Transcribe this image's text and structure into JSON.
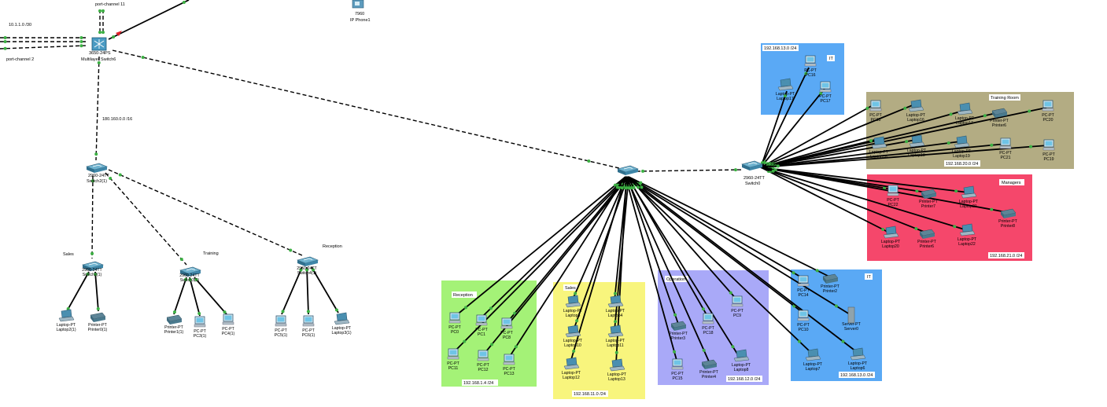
{
  "labels": {
    "port_channel_11": "port-channel 11",
    "net_10_1_1_0": "10.1.1.0 /30",
    "port_channel_2": "port-channel 2",
    "net_180_160": "180.160.0.0 /16",
    "ip_phone_model": "7960",
    "ip_phone_name": "IP Phone1",
    "multilayer_model": "3650-24PS",
    "multilayer_name": "Multilayer Switch6",
    "switch2_model": "2960-24TT",
    "switch2_name": "Switch2(1)"
  },
  "areas": [
    {
      "id": "area-it-top",
      "name": "IT",
      "network": "192.168.13.0 /24",
      "color": "#5aa9f5"
    },
    {
      "id": "area-training-room",
      "name": "Training Room",
      "network": "192.168.20.0 /24",
      "color": "#b3ac83"
    },
    {
      "id": "area-managers",
      "name": "Managers",
      "network": "192.168.21.0 /24",
      "color": "#f5476b"
    },
    {
      "id": "area-reception",
      "name": "Reception",
      "network": "192.168.1.4 /24",
      "color": "#a4f277"
    },
    {
      "id": "area-sales",
      "name": "Sales",
      "network": "192.168.11.0 /24",
      "color": "#f8f57d"
    },
    {
      "id": "area-operation",
      "name": "Operation",
      "network": "192.168.12.0 /24",
      "color": "#a9a9f8"
    },
    {
      "id": "area-it-bottom",
      "name": "IT",
      "network": "192.168.13.0 /24",
      "color": "#5aa9f5"
    }
  ],
  "left_groups": {
    "sales": {
      "title": "Sales",
      "switch_model": "2960-24TT",
      "switch_name": "Switch2(1)",
      "devices": [
        {
          "line1": "Laptop-PT",
          "line2": "Laptop2(1)"
        },
        {
          "line1": "Printer-PT",
          "line2": "Printer0(1)"
        }
      ]
    },
    "training": {
      "title": "Training",
      "switch_model": "2960-24TT",
      "switch_name": "Switch3(1)",
      "devices": [
        {
          "line1": "Printer-PT",
          "line2": "Printer1(1)"
        },
        {
          "line1": "PC-PT",
          "line2": "PC3(1)"
        },
        {
          "line1": "PC-PT",
          "line2": "PC4(1)"
        }
      ]
    },
    "reception": {
      "title": "Reception",
      "switch_model": "2960-24TT",
      "switch_name": "Switch4(1)",
      "devices": [
        {
          "line1": "PC-PT",
          "line2": "PC5(1)"
        },
        {
          "line1": "PC-PT",
          "line2": "PC6(1)"
        },
        {
          "line1": "Laptop-PT",
          "line2": "Laptop3(1)"
        }
      ]
    }
  },
  "core": {
    "center_switch_label": "",
    "switch0_model": "2960-24TT",
    "switch0_name": "Switch0"
  },
  "it_top_devices": [
    {
      "line1": "PC-PT",
      "line2": "PC16"
    },
    {
      "line1": "Laptop-PT",
      "line2": "Laptop17"
    },
    {
      "line1": "PC-PT",
      "line2": "PC17"
    }
  ],
  "training_devices": [
    {
      "line1": "PC-PT",
      "line2": "PC18"
    },
    {
      "line1": "Laptop-PT",
      "line2": "Laptop16"
    },
    {
      "line1": "Laptop-PT",
      "line2": "Laptop17"
    },
    {
      "line1": "Printer-PT",
      "line2": "Printer6"
    },
    {
      "line1": "PC-PT",
      "line2": "PC20"
    },
    {
      "line1": "Laptop-PT",
      "line2": "Laptop18"
    },
    {
      "line1": "Laptop-PT",
      "line2": "Laptop18"
    },
    {
      "line1": "Laptop-PT",
      "line2": "Laptop19"
    },
    {
      "line1": "PC-PT",
      "line2": "PC21"
    },
    {
      "line1": "PC-PT",
      "line2": "PC19"
    }
  ],
  "managers_devices": [
    {
      "line1": "PC-PT",
      "line2": "PC22"
    },
    {
      "line1": "Printer-PT",
      "line2": "Printer7"
    },
    {
      "line1": "Laptop-PT",
      "line2": "Laptop21"
    },
    {
      "line1": "Printer-PT",
      "line2": "Printer8"
    },
    {
      "line1": "Laptop-PT",
      "line2": "Laptop20"
    },
    {
      "line1": "Printer-PT",
      "line2": "Printer6"
    },
    {
      "line1": "Laptop-PT",
      "line2": "Laptop22"
    }
  ],
  "reception_devices": [
    {
      "line1": "PC-PT",
      "line2": "PC0"
    },
    {
      "line1": "PC-PT",
      "line2": "PC1"
    },
    {
      "line1": "PC-PT",
      "line2": "PC8"
    },
    {
      "line1": "PC-PT",
      "line2": "PC11"
    },
    {
      "line1": "PC-PT",
      "line2": "PC12"
    },
    {
      "line1": "PC-PT",
      "line2": "PC13"
    }
  ],
  "sales_devices": [
    {
      "line1": "Laptop-PT",
      "line2": "Laptop3"
    },
    {
      "line1": "Laptop-PT",
      "line2": "Laptop4"
    },
    {
      "line1": "Laptop-PT",
      "line2": "Laptop10"
    },
    {
      "line1": "Laptop-PT",
      "line2": "Laptop11"
    },
    {
      "line1": "Laptop-PT",
      "line2": "Laptop12"
    },
    {
      "line1": "Laptop-PT",
      "line2": "Laptop13"
    }
  ],
  "operation_devices": [
    {
      "line1": "PC-PT",
      "line2": "PC9"
    },
    {
      "line1": "Printer-PT",
      "line2": "Printer3"
    },
    {
      "line1": "PC-PT",
      "line2": "PC18"
    },
    {
      "line1": "PC-PT",
      "line2": "PC15"
    },
    {
      "line1": "Printer-PT",
      "line2": "Printer4"
    },
    {
      "line1": "Laptop-PT",
      "line2": "Laptop8"
    }
  ],
  "it_bottom_devices": [
    {
      "line1": "PC-PT",
      "line2": "PC14"
    },
    {
      "line1": "Printer-PT",
      "line2": "Printer2"
    },
    {
      "line1": "PC-PT",
      "line2": "PC10"
    },
    {
      "line1": "Server-PT",
      "line2": "Server0"
    },
    {
      "line1": "Laptop-PT",
      "line2": "Laptop7"
    },
    {
      "line1": "Laptop-PT",
      "line2": "Laptop6"
    }
  ],
  "colors": {
    "link": "#000000",
    "port_up": "#3cb043",
    "port_down": "#e0202a",
    "device": "#3a8fb7"
  }
}
